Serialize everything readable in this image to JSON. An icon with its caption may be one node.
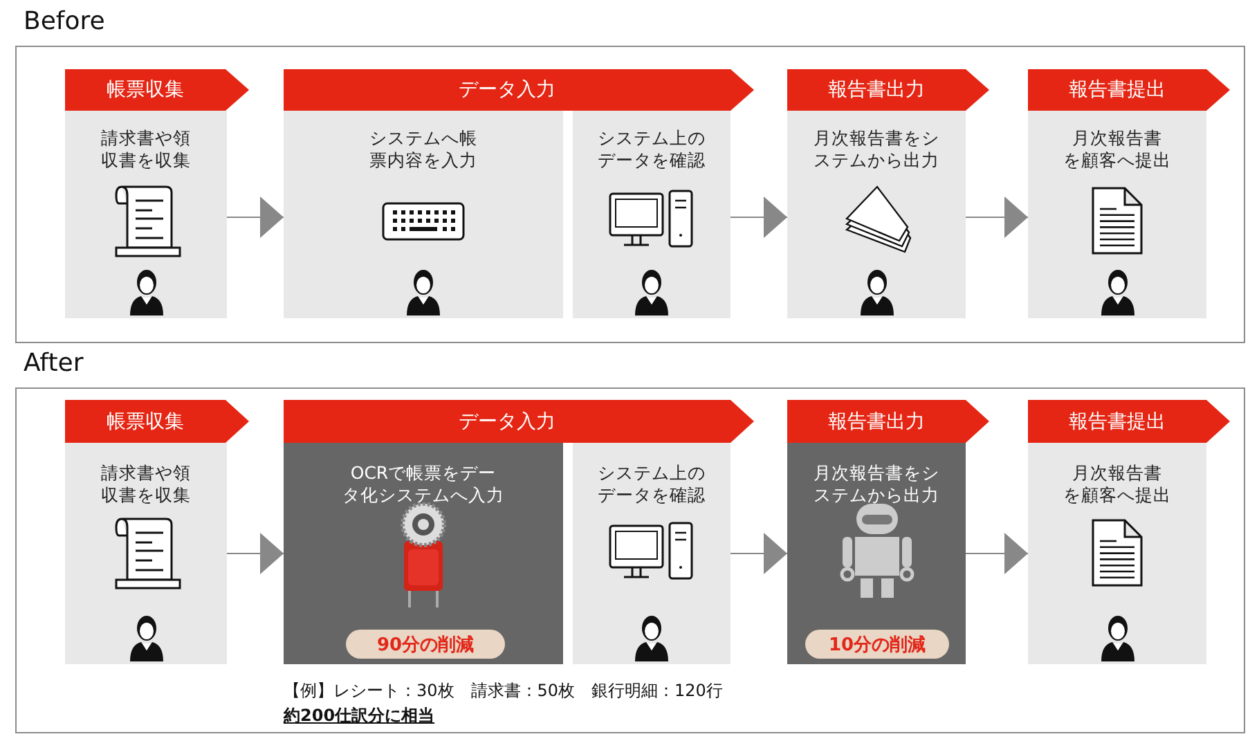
{
  "diagram": {
    "nodes": [
      {
        "text": [
          "Before"
        ]
      },
      {
        "text": [
          "帳票収集"
        ],
        "in": 0
      },
      {
        "text": [
          "請求書や領収書を収集"
        ],
        "in": 0
      },
      {
        "text": [
          "データ入力"
        ],
        "in": 0
      },
      {
        "text": [
          "システムへ帳票内容を入力"
        ],
        "in": 0
      },
      {
        "text": [
          "システム上のデータを確認"
        ],
        "in": 0
      },
      {
        "text": [
          "報告書出力"
        ],
        "in": 0
      },
      {
        "text": [
          "月次報告書をシステムから出力"
        ],
        "in": 0
      },
      {
        "text": [
          "報告書提出"
        ],
        "in": 0
      },
      {
        "text": [
          "月次報告書を顧客へ提出"
        ],
        "in": 0
      },
      {
        "text": [
          "After"
        ]
      },
      {
        "text": [
          "帳票収集"
        ],
        "in": 10
      },
      {
        "text": [
          "請求書や領収書を収集"
        ],
        "in": 10
      },
      {
        "text": [
          "データ入力"
        ],
        "in": 10
      },
      {
        "text": [
          "OCRで帳票をデータ化システムへ入力"
        ],
        "in": 10
      },
      {
        "text": [
          "90分の削減"
        ],
        "in": 14
      },
      {
        "text": [
          "システム上のデータを確認"
        ],
        "in": 10
      },
      {
        "text": [
          "報告書出力"
        ],
        "in": 10
      },
      {
        "text": [
          "月次報告書をシステムから出力"
        ],
        "in": 10
      },
      {
        "text": [
          "10分の削減"
        ],
        "in": 18
      },
      {
        "text": [
          "報告書提出"
        ],
        "in": 10
      },
      {
        "text": [
          "月次報告書を顧客へ提出"
        ],
        "in": 10
      }
    ],
    "edges": [
      {
        "from": 2,
        "to": 4,
        "arrow": "to"
      },
      {
        "from": 5,
        "to": 7,
        "arrow": "to"
      },
      {
        "from": 7,
        "to": 9,
        "arrow": "to"
      },
      {
        "from": 12,
        "to": 14,
        "arrow": "to"
      },
      {
        "from": 16,
        "to": 18,
        "arrow": "to"
      },
      {
        "from": 18,
        "to": 21,
        "arrow": "to"
      }
    ],
    "labels": [
      "【例】レシート：30枚　請求書：50枚　銀行明細：120行",
      "約200仕訳分に相当"
    ]
  }
}
